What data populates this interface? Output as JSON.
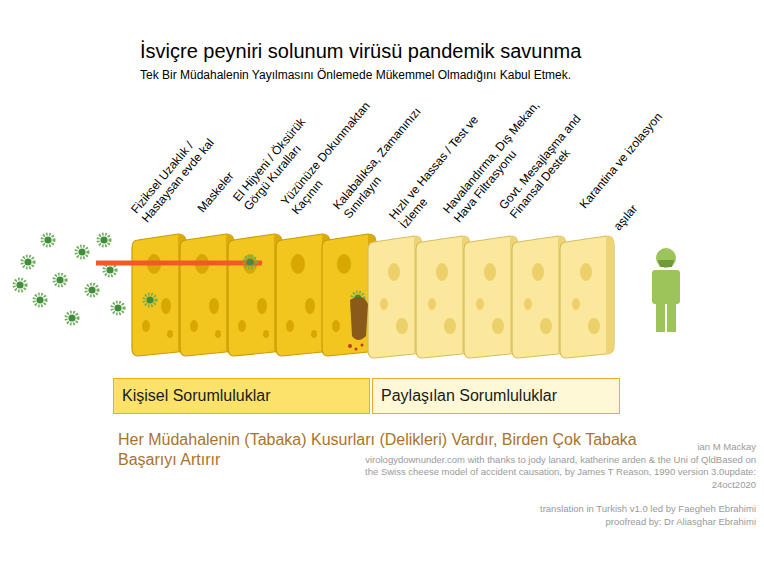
{
  "diagram": {
    "title": "İsviçre peyniri solunum virüsü pandemik savunma",
    "caption": "Her Müdahalenin (Tabaka) Kusurları (Delikleri) Vardır, Birden Çok Tabaka Başarıyı Artırır",
    "nodes": [
      {
        "text": [
          "Kişisel Sorumluluklar"
        ]
      },
      {
        "text": [
          "Paylaşılan Sorumluluklar"
        ]
      }
    ],
    "labels": [
      "Tek Bir Müdahalenin Yayılmasını Önlemede Mükemmel Olmadığını Kabul Etmek.",
      "Fiziksel Uzaklık / Hastaysan evde kal",
      "Maskeler",
      "El Hijyeni / Öksürük Görgü Kuralları",
      "Yüzünüze Dokunmaktan Kaçının",
      "Kalabalıksa, Zamanınızı Sınırlayın",
      "Hızlı ve Hassas / Test ve İzleme",
      "Havalandırma, Dış Mekan, Hava Filtrasyonu",
      "Govt. Mesajlaşma and Finansal Destek",
      "Karantina ve izolasyon",
      "aşılar",
      "ian M Mackay",
      "virologydownunder.com with thanks to jody lanard, katherine arden & the Uni of QldBased on the Swiss cheese model of accident causation, by James T Reason, 1990 version 3.0update: 24oct2020",
      "translation in Turkish v1.0 led by Faegheh Ebrahimi",
      "proofread by: Dr Aliasghar Ebrahimi"
    ]
  }
}
